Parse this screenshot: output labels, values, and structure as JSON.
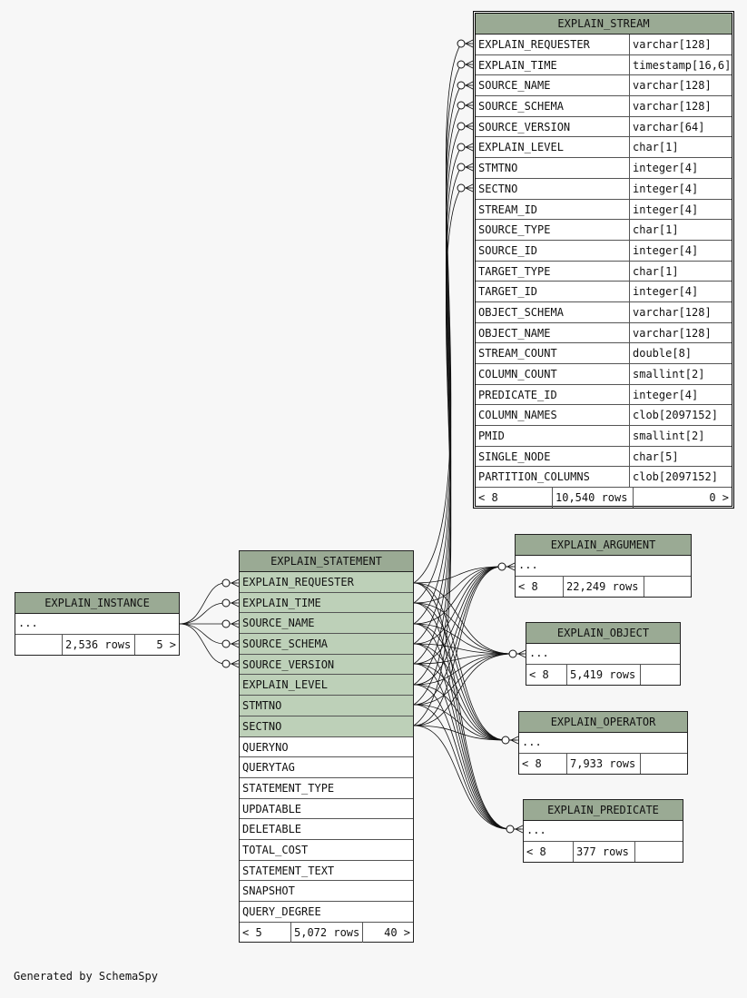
{
  "credit": "Generated by SchemaSpy",
  "explain_stream": {
    "title": "EXPLAIN_STREAM",
    "columns": [
      [
        "EXPLAIN_REQUESTER",
        "varchar[128]"
      ],
      [
        "EXPLAIN_TIME",
        "timestamp[16,6]"
      ],
      [
        "SOURCE_NAME",
        "varchar[128]"
      ],
      [
        "SOURCE_SCHEMA",
        "varchar[128]"
      ],
      [
        "SOURCE_VERSION",
        "varchar[64]"
      ],
      [
        "EXPLAIN_LEVEL",
        "char[1]"
      ],
      [
        "STMTNO",
        "integer[4]"
      ],
      [
        "SECTNO",
        "integer[4]"
      ],
      [
        "STREAM_ID",
        "integer[4]"
      ],
      [
        "SOURCE_TYPE",
        "char[1]"
      ],
      [
        "SOURCE_ID",
        "integer[4]"
      ],
      [
        "TARGET_TYPE",
        "char[1]"
      ],
      [
        "TARGET_ID",
        "integer[4]"
      ],
      [
        "OBJECT_SCHEMA",
        "varchar[128]"
      ],
      [
        "OBJECT_NAME",
        "varchar[128]"
      ],
      [
        "STREAM_COUNT",
        "double[8]"
      ],
      [
        "COLUMN_COUNT",
        "smallint[2]"
      ],
      [
        "PREDICATE_ID",
        "integer[4]"
      ],
      [
        "COLUMN_NAMES",
        "clob[2097152]"
      ],
      [
        "PMID",
        "smallint[2]"
      ],
      [
        "SINGLE_NODE",
        "char[5]"
      ],
      [
        "PARTITION_COLUMNS",
        "clob[2097152]"
      ]
    ],
    "footer": [
      "< 8",
      "10,540 rows",
      "0 >"
    ]
  },
  "explain_statement": {
    "title": "EXPLAIN_STATEMENT",
    "columns": [
      "EXPLAIN_REQUESTER",
      "EXPLAIN_TIME",
      "SOURCE_NAME",
      "SOURCE_SCHEMA",
      "SOURCE_VERSION",
      "EXPLAIN_LEVEL",
      "STMTNO",
      "SECTNO",
      "QUERYNO",
      "QUERYTAG",
      "STATEMENT_TYPE",
      "UPDATABLE",
      "DELETABLE",
      "TOTAL_COST",
      "STATEMENT_TEXT",
      "SNAPSHOT",
      "QUERY_DEGREE"
    ],
    "key_count": 8,
    "footer": [
      "< 5",
      "5,072 rows",
      "40 >"
    ]
  },
  "explain_instance": {
    "title": "EXPLAIN_INSTANCE",
    "dots": "...",
    "footer": [
      "",
      "2,536 rows",
      "5 >"
    ]
  },
  "explain_argument": {
    "title": "EXPLAIN_ARGUMENT",
    "dots": "...",
    "footer": [
      "< 8",
      "22,249 rows",
      ""
    ]
  },
  "explain_object": {
    "title": "EXPLAIN_OBJECT",
    "dots": "...",
    "footer": [
      "< 8",
      "5,419 rows",
      ""
    ]
  },
  "explain_operator": {
    "title": "EXPLAIN_OPERATOR",
    "dots": "...",
    "footer": [
      "< 8",
      "7,933 rows",
      ""
    ]
  },
  "explain_predicate": {
    "title": "EXPLAIN_PREDICATE",
    "dots": "...",
    "footer": [
      "< 8",
      "377 rows",
      ""
    ]
  },
  "colors": {
    "header": "#9aaa94",
    "key_row": "#bdd0b8",
    "background": "#f7f7f7"
  }
}
